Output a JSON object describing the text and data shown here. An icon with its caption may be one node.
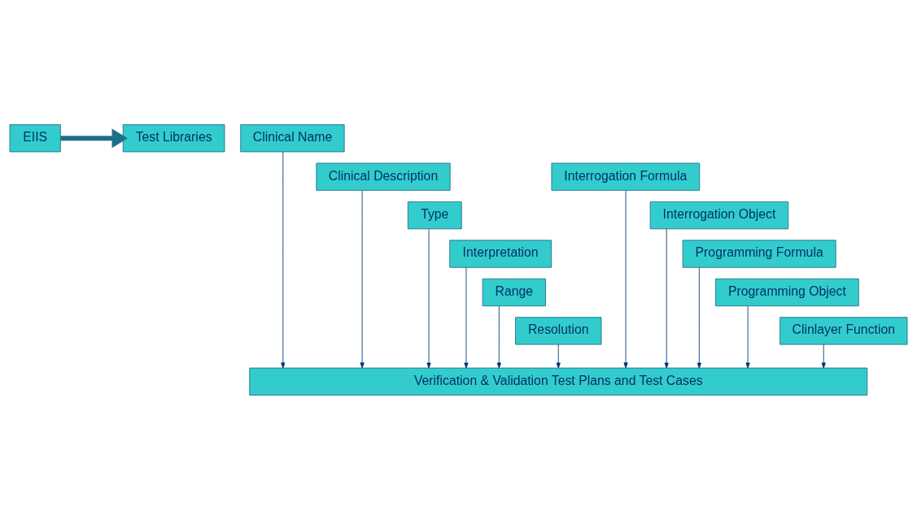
{
  "diagram": {
    "nodes": [
      {
        "text": [
          "EIIS"
        ]
      },
      {
        "text": [
          "Test Libraries"
        ]
      },
      {
        "text": [
          "Clinical Name"
        ]
      },
      {
        "text": [
          "Clinical Description"
        ]
      },
      {
        "text": [
          "Type"
        ]
      },
      {
        "text": [
          "Interpretation"
        ]
      },
      {
        "text": [
          "Range"
        ]
      },
      {
        "text": [
          "Resolution"
        ]
      },
      {
        "text": [
          "Interrogation Formula"
        ]
      },
      {
        "text": [
          "Interrogation Object"
        ]
      },
      {
        "text": [
          "Programming Formula"
        ]
      },
      {
        "text": [
          "Programming Object"
        ]
      },
      {
        "text": [
          "Clinlayer Function"
        ]
      },
      {
        "text": [
          "Verification & Validation Test Plans and Test Cases"
        ]
      }
    ],
    "edges": [
      {
        "from": 0,
        "to": 1,
        "arrow": "to",
        "style": "thick"
      },
      {
        "from": 2,
        "to": 13,
        "arrow": "to"
      },
      {
        "from": 3,
        "to": 13,
        "arrow": "to"
      },
      {
        "from": 4,
        "to": 13,
        "arrow": "to"
      },
      {
        "from": 5,
        "to": 13,
        "arrow": "to"
      },
      {
        "from": 6,
        "to": 13,
        "arrow": "to"
      },
      {
        "from": 7,
        "to": 13,
        "arrow": "to"
      },
      {
        "from": 8,
        "to": 13,
        "arrow": "to"
      },
      {
        "from": 9,
        "to": 13,
        "arrow": "to"
      },
      {
        "from": 10,
        "to": 13,
        "arrow": "to"
      },
      {
        "from": 11,
        "to": 13,
        "arrow": "to"
      },
      {
        "from": 12,
        "to": 13,
        "arrow": "to"
      }
    ]
  }
}
